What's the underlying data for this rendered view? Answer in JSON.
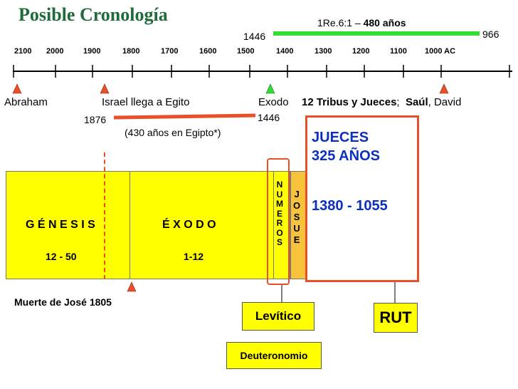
{
  "title": "Posible Cronología",
  "colors": {
    "title": "#1f6b3a",
    "timeline": "#000000",
    "green": "#33dd33",
    "red": "#e8502a",
    "yellow": "#ffff00",
    "orange": "#f6c33a",
    "blue": "#0b2fbf"
  },
  "timeline": {
    "ticks": [
      "2100",
      "2000",
      "1900",
      "1800",
      "1700",
      "1600",
      "1500",
      "1400",
      "1300",
      "1200",
      "1100",
      "1000 AC"
    ],
    "markers": [
      {
        "name": "abraham-marker",
        "color": "red",
        "icon": "triangle-up"
      },
      {
        "name": "israel-egypt-marker",
        "color": "red",
        "icon": "triangle-up"
      },
      {
        "name": "exodo-marker",
        "color": "green",
        "icon": "triangle-up"
      },
      {
        "name": "saul-marker",
        "color": "red",
        "icon": "triangle-up"
      }
    ]
  },
  "top_range": {
    "ref_prefix": "1Re.6:1 – ",
    "ref_bold": "480 años",
    "start": "1446",
    "end": "966"
  },
  "events": {
    "abraham": "Abraham",
    "israel": "Israel llega a Egito",
    "exodo": "Exodo",
    "tribus_bold": "12 Tribus y Jueces",
    "tribus_sep": ";",
    "saul": "Saúl",
    "david": ", David"
  },
  "egypt_range": {
    "start": "1876",
    "end": "1446",
    "note": "(430 años en Egipto*)"
  },
  "books": {
    "genesis": "G É N E S I S",
    "genesis_ch": "12 - 50",
    "exodo": "É X O D O",
    "exodo_ch": "1-12",
    "numeros": [
      "N",
      "U",
      "M",
      "E",
      "R",
      "O",
      "S"
    ],
    "josue": [
      "J",
      "O",
      "S",
      "U",
      "E"
    ],
    "jueces_title1": "JUECES",
    "jueces_title2": "325 AÑOS",
    "jueces_years": "1380 - 1055",
    "levitico": "Levítico",
    "deuteronomio": "Deuteronomio",
    "rut": "RUT"
  },
  "death_joseph": "Muerte de José 1805"
}
